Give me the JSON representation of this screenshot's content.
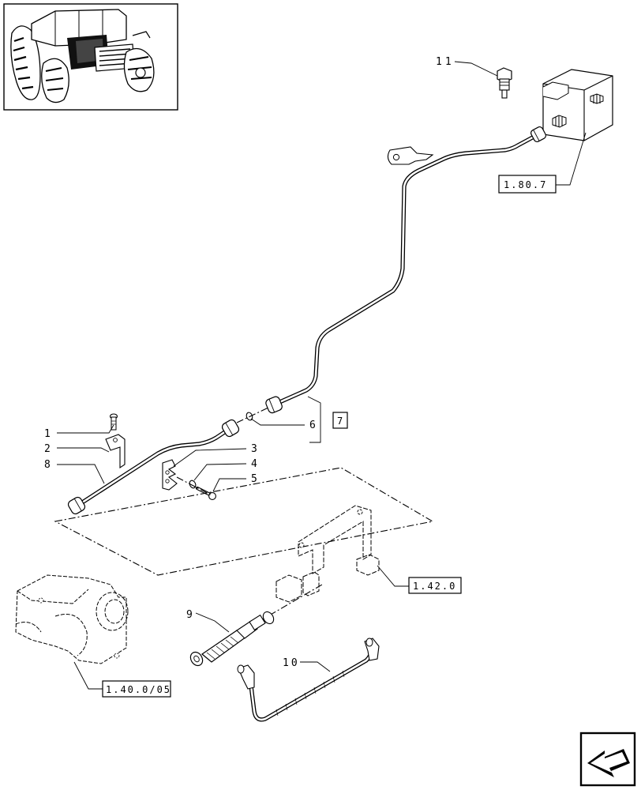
{
  "callouts": {
    "c1": "1",
    "c2": "2",
    "c3": "3",
    "c4": "4",
    "c5": "5",
    "c6": "6",
    "c8": "8",
    "c9": "9",
    "c10": "10",
    "c11": "11"
  },
  "refs": {
    "r180": "1.80.7",
    "r7": "7",
    "r142": "1.42.0",
    "r140": "1.40.0/05"
  },
  "icons": {
    "thumbnail": "tractor-thumbnail-icon",
    "nav": "next-page-arrow-icon"
  }
}
